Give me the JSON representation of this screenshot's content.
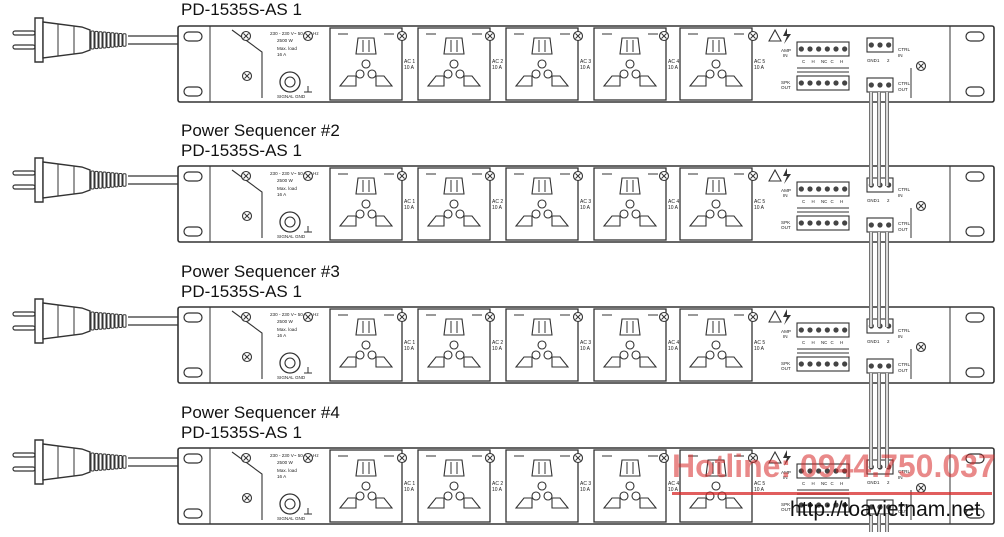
{
  "units": [
    {
      "name_line": "",
      "model_line": "PD-1535S-AS 1",
      "rating_lines": [
        "230 - 230 V~ 50 / 60 Hz",
        "2500 W",
        "Max. load",
        "16 A"
      ],
      "ground_label": "SIGNAL GND",
      "outlet_labels": [
        [
          "AC 1",
          "10 A"
        ],
        [
          "AC 2",
          "10 A"
        ],
        [
          "AC 3",
          "10 A"
        ],
        [
          "AC 4",
          "10 A"
        ],
        [
          "AC 5",
          "10 A"
        ]
      ],
      "amp_in_label": [
        "AMP",
        "IN"
      ],
      "spk_out_label": [
        "SPK",
        "OUT"
      ],
      "terminal_labels": [
        "C",
        "H",
        "NC",
        "C",
        "H"
      ],
      "ctrl_in_label": [
        "CTRL",
        "IN"
      ],
      "ctrl_out_label": [
        "CTRL",
        "OUT"
      ],
      "ctrl_terminal_labels": [
        "GND",
        "1",
        "2"
      ]
    },
    {
      "name_line": "Power Sequencer #2",
      "model_line": "PD-1535S-AS 1",
      "rating_lines": [
        "230 - 230 V~ 50 / 60 Hz",
        "2500 W",
        "Max. load",
        "16 A"
      ],
      "ground_label": "SIGNAL GND",
      "outlet_labels": [
        [
          "AC 1",
          "10 A"
        ],
        [
          "AC 2",
          "10 A"
        ],
        [
          "AC 3",
          "10 A"
        ],
        [
          "AC 4",
          "10 A"
        ],
        [
          "AC 5",
          "10 A"
        ]
      ],
      "amp_in_label": [
        "AMP",
        "IN"
      ],
      "spk_out_label": [
        "SPK",
        "OUT"
      ],
      "terminal_labels": [
        "C",
        "H",
        "NC",
        "C",
        "H"
      ],
      "ctrl_in_label": [
        "CTRL",
        "IN"
      ],
      "ctrl_out_label": [
        "CTRL",
        "OUT"
      ],
      "ctrl_terminal_labels": [
        "GND",
        "1",
        "2"
      ]
    },
    {
      "name_line": "Power Sequencer #3",
      "model_line": "PD-1535S-AS 1",
      "rating_lines": [
        "230 - 230 V~ 50 / 60 Hz",
        "2500 W",
        "Max. load",
        "16 A"
      ],
      "ground_label": "SIGNAL GND",
      "outlet_labels": [
        [
          "AC 1",
          "10 A"
        ],
        [
          "AC 2",
          "10 A"
        ],
        [
          "AC 3",
          "10 A"
        ],
        [
          "AC 4",
          "10 A"
        ],
        [
          "AC 5",
          "10 A"
        ]
      ],
      "amp_in_label": [
        "AMP",
        "IN"
      ],
      "spk_out_label": [
        "SPK",
        "OUT"
      ],
      "terminal_labels": [
        "C",
        "H",
        "NC",
        "C",
        "H"
      ],
      "ctrl_in_label": [
        "CTRL",
        "IN"
      ],
      "ctrl_out_label": [
        "CTRL",
        "OUT"
      ],
      "ctrl_terminal_labels": [
        "GND",
        "1",
        "2"
      ]
    },
    {
      "name_line": "Power Sequencer #4",
      "model_line": "PD-1535S-AS 1",
      "rating_lines": [
        "230 - 230 V~ 50 / 60 Hz",
        "2500 W",
        "Max. load",
        "16 A"
      ],
      "ground_label": "SIGNAL GND",
      "outlet_labels": [
        [
          "AC 1",
          "10 A"
        ],
        [
          "AC 2",
          "10 A"
        ],
        [
          "AC 3",
          "10 A"
        ],
        [
          "AC 4",
          "10 A"
        ],
        [
          "AC 5",
          "10 A"
        ]
      ],
      "amp_in_label": [
        "AMP",
        "IN"
      ],
      "spk_out_label": [
        "SPK",
        "OUT"
      ],
      "terminal_labels": [
        "C",
        "H",
        "NC",
        "C",
        "H"
      ],
      "ctrl_in_label": [
        "CTRL",
        "IN"
      ],
      "ctrl_out_label": [
        "CTRL",
        "OUT"
      ],
      "ctrl_terminal_labels": [
        "GND",
        "1",
        "2"
      ]
    }
  ],
  "watermark": {
    "hotline": "Hotline: 0944.750.037",
    "url": "http://toavietnam.net",
    "color": "#d72828"
  }
}
